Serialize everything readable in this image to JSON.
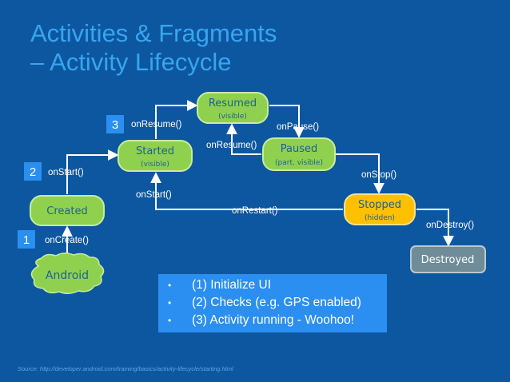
{
  "title": {
    "line1": "Activities & Fragments",
    "line2": "– Activity Lifecycle"
  },
  "nodes": {
    "android": "Android",
    "created": "Created",
    "started": "Started",
    "started_sub": "(visible)",
    "resumed": "Resumed",
    "resumed_sub": "(visible)",
    "paused": "Paused",
    "paused_sub": "(part. visible)",
    "stopped": "Stopped",
    "stopped_sub": "(hidden)",
    "destroyed": "Destroyed"
  },
  "callbacks": {
    "on_create": "onCreate()",
    "on_start_1": "onStart()",
    "on_resume_1": "onResume()",
    "on_pause": "onPause()",
    "on_resume_2": "onResume()",
    "on_stop": "onStop()",
    "on_start_2": "onStart()",
    "on_restart": "onRestart()",
    "on_destroy": "onDestroy()"
  },
  "steps": [
    "1",
    "2",
    "3"
  ],
  "bullets": [
    "(1) Initialize UI",
    "(2) Checks (e.g. GPS enabled)",
    "(3) Activity running - Woohoo!"
  ],
  "bullet_glyph": "•",
  "source": "Source: http://developer.android.com/training/basics/activity-lifecycle/starting.html",
  "colors": {
    "background": "#0d57a0",
    "title": "#37a5f0",
    "node_green": "#8fd14f",
    "node_green_text": "#1f6090",
    "node_orange": "#ffc000",
    "node_gray": "#6f8c98",
    "step_badge": "#2a8ff0",
    "bullet_box": "#2a8ff0"
  }
}
